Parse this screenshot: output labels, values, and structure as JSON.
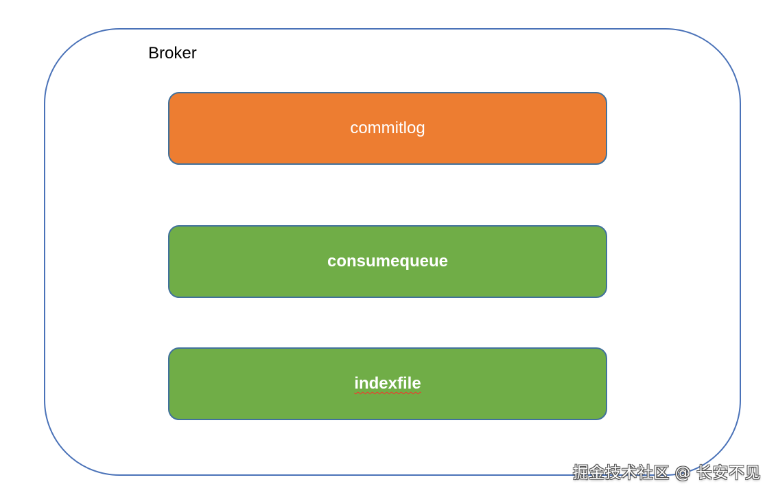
{
  "diagram": {
    "container": {
      "label": "Broker",
      "border_color": "#4a72b8"
    },
    "blocks": [
      {
        "label": "commitlog",
        "fill": "#ed7d31"
      },
      {
        "label": "consumequeue",
        "fill": "#70ad47"
      },
      {
        "label": "indexfile",
        "fill": "#70ad47"
      }
    ]
  },
  "watermark": {
    "text": "掘金技术社区 @ 长安不见"
  }
}
